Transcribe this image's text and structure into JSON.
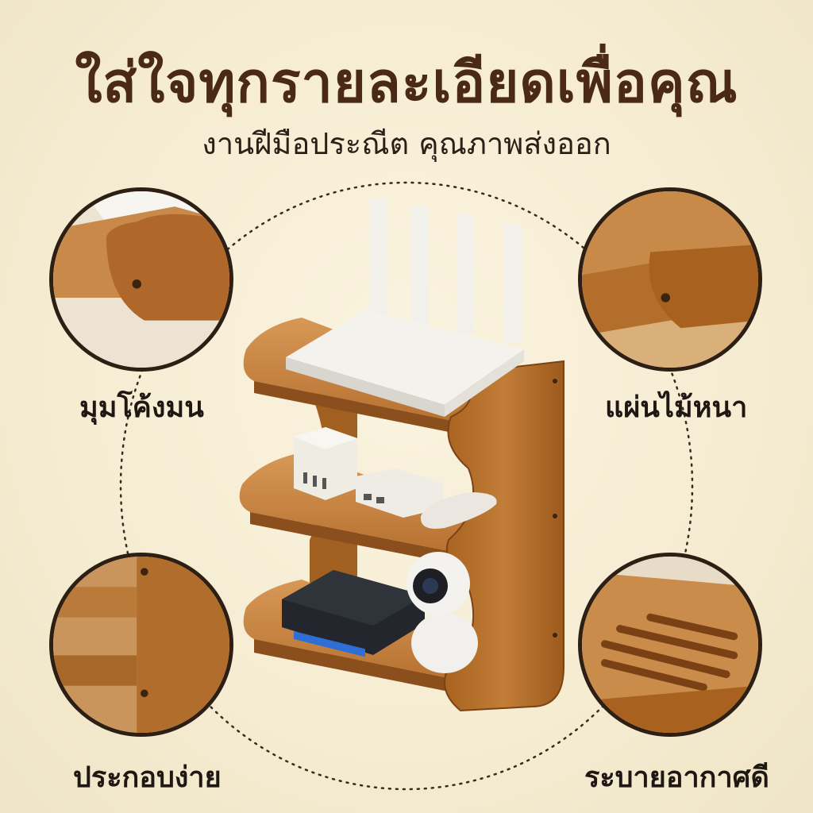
{
  "header": {
    "title": "ใส่ใจทุกรายละเอียดเพื่อคุณ",
    "subtitle": "งานฝีมือประณีต คุณภาพส่งออก"
  },
  "features": [
    {
      "label": "มุมโค้งมน",
      "icon": "rounded-corner-closeup"
    },
    {
      "label": "แผ่นไม้หนา",
      "icon": "thick-wood-board-closeup"
    },
    {
      "label": "ประกอบง่าย",
      "icon": "easy-assembly-closeup"
    },
    {
      "label": "ระบายอากาศดี",
      "icon": "ventilation-slots-closeup"
    }
  ],
  "colors": {
    "background": "#f5ecd2",
    "title": "#4a2a16",
    "wood": "#b8742f",
    "wood_dark": "#8a4f1c",
    "ring_border": "#2e1f14"
  }
}
